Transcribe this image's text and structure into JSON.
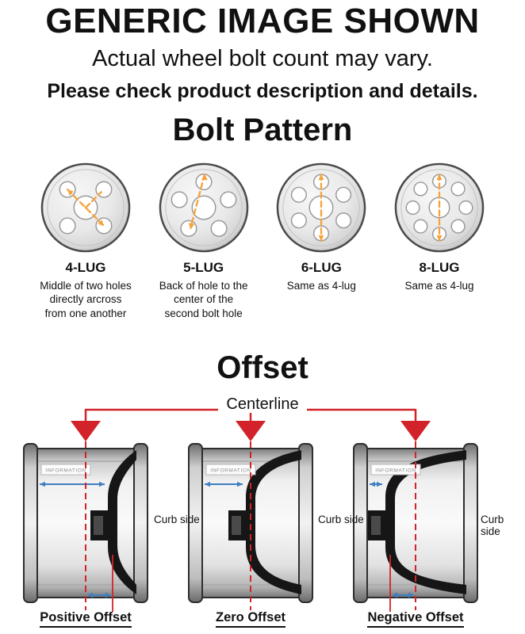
{
  "header": {
    "title": "GENERIC IMAGE SHOWN",
    "subtitle": "Actual wheel bolt count may vary.",
    "note": "Please check product description and details."
  },
  "bolt_pattern": {
    "heading": "Bolt Pattern",
    "lugs": [
      {
        "label": "4-LUG",
        "description": "Middle of two holes directly arcross from one another"
      },
      {
        "label": "5-LUG",
        "description": "Back of hole to the center of the second bolt hole"
      },
      {
        "label": "6-LUG",
        "description": "Same as 4-lug"
      },
      {
        "label": "8-LUG",
        "description": "Same as 4-lug"
      }
    ]
  },
  "offset": {
    "heading": "Offset",
    "centerline_label": "Centerline",
    "curb_side_label": "Curb side",
    "stamp_text": "INFORMATION",
    "types": [
      {
        "label": "Positive Offset"
      },
      {
        "label": "Zero Offset"
      },
      {
        "label": "Negative Offset"
      }
    ]
  },
  "colors": {
    "accent_red": "#d2232a",
    "accent_orange": "#f5a33c",
    "accent_blue": "#3f7fc1",
    "text": "#111111"
  }
}
